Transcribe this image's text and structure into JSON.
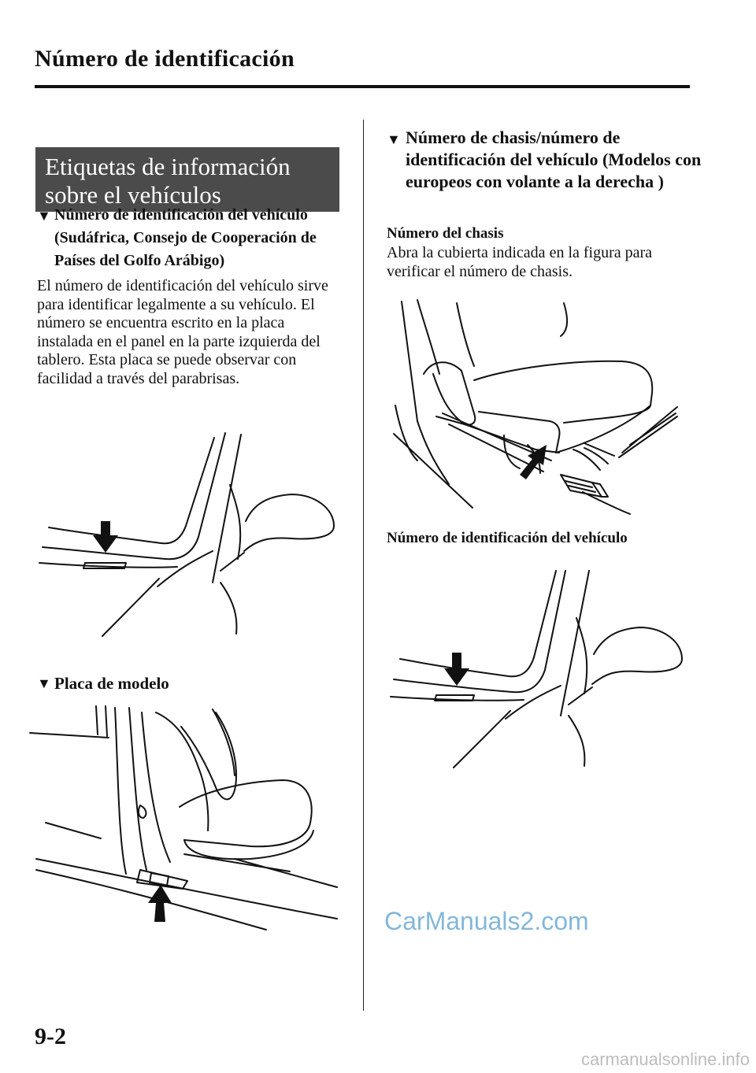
{
  "header": {
    "title": "Número de identificación"
  },
  "left": {
    "section_title": "Etiquetas de información sobre el vehículos",
    "vin_heading": "Número de identificación del vehículo (Sudáfrica, Consejo de Cooperación de Países del Golfo Arábigo)",
    "vin_body": "El número de identificación del vehículo sirve para identificar legalmente a su vehículo. El número se encuentra escrito en la placa instalada en el panel en la parte izquierda del tablero. Esta placa se puede observar con facilidad a través del parabrisas.",
    "model_plate_heading": "Placa de modelo"
  },
  "right": {
    "chassis_heading": "Número de chasis/número de identificación del vehículo (Modelos con europeos con volante a la derecha )",
    "chassis_label": "Número del chasis",
    "chassis_body": "Abra la cubierta indicada en la figura para verificar el número de chasis.",
    "vin_label": "Número de identificación del vehículo"
  },
  "footer": {
    "page_number": "9-2"
  },
  "watermarks": {
    "center": "CarManuals2.com",
    "corner": "carmanualsonline.info"
  },
  "icons": {
    "triangle": "down-triangle-icon",
    "arrow": "pointer-arrow-icon"
  },
  "colors": {
    "section_box": "#4b4b4b",
    "watermark": "#5aa0cf"
  }
}
